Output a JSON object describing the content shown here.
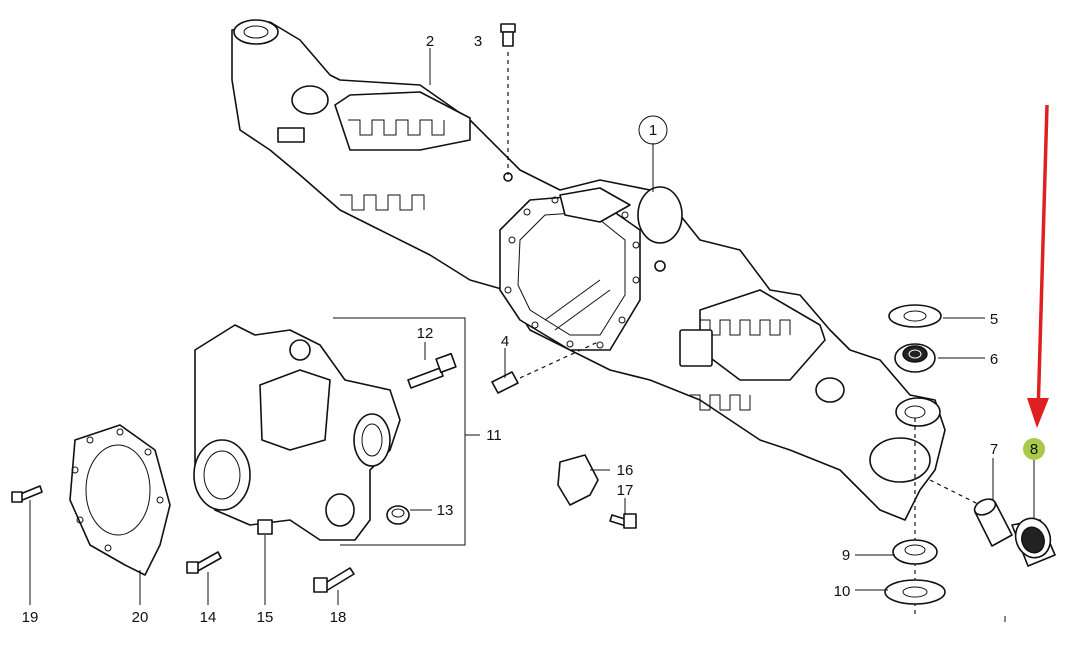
{
  "diagram": {
    "callouts": [
      {
        "id": "1",
        "text": "1",
        "circled": true
      },
      {
        "id": "2",
        "text": "2"
      },
      {
        "id": "3",
        "text": "3"
      },
      {
        "id": "4",
        "text": "4"
      },
      {
        "id": "5",
        "text": "5"
      },
      {
        "id": "6",
        "text": "6"
      },
      {
        "id": "7",
        "text": "7"
      },
      {
        "id": "8",
        "text": "8",
        "highlighted": true
      },
      {
        "id": "9",
        "text": "9"
      },
      {
        "id": "10",
        "text": "10"
      },
      {
        "id": "11",
        "text": "11"
      },
      {
        "id": "12",
        "text": "12"
      },
      {
        "id": "13",
        "text": "13"
      },
      {
        "id": "14",
        "text": "14"
      },
      {
        "id": "15",
        "text": "15"
      },
      {
        "id": "16",
        "text": "16"
      },
      {
        "id": "17",
        "text": "17"
      },
      {
        "id": "18",
        "text": "18"
      },
      {
        "id": "19",
        "text": "19"
      },
      {
        "id": "20",
        "text": "20"
      }
    ],
    "highlight_color": "#a8c94a",
    "arrow_color": "#e02020"
  }
}
